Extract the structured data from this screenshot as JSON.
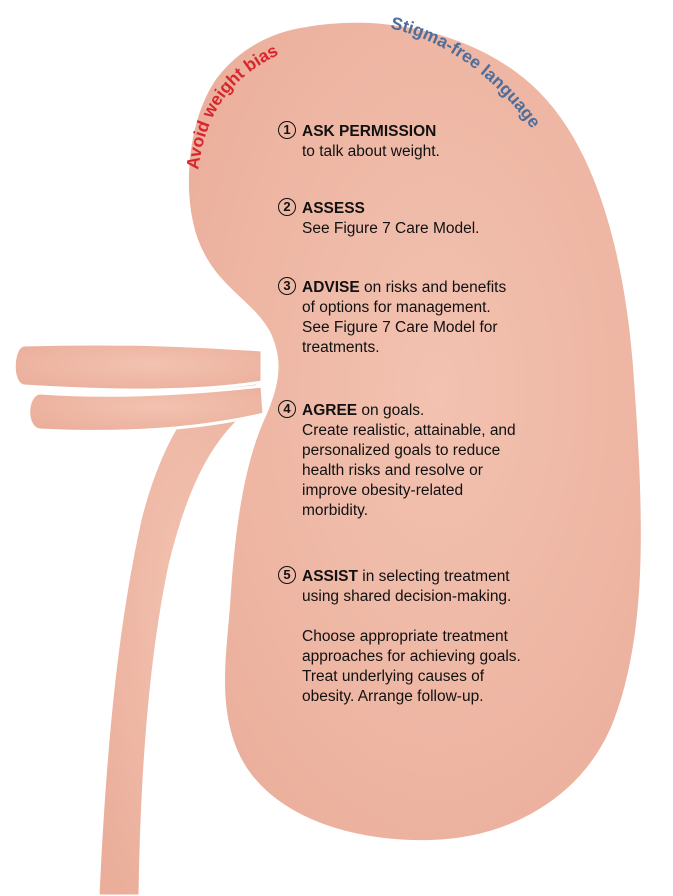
{
  "arc_labels": {
    "left": "Avoid weight bias",
    "right": "Stigma-free language"
  },
  "colors": {
    "kidney_fill": "#f0b9a6",
    "kidney_shade": "#e8a692",
    "outline": "#ffffff",
    "left_label": "#d9262e",
    "right_label": "#4f6d9a"
  },
  "steps": [
    {
      "number": "1",
      "title": "ASK PERMISSION",
      "title_suffix": "",
      "lines": [
        "to talk about weight."
      ]
    },
    {
      "number": "2",
      "title": "ASSESS",
      "title_suffix": "",
      "lines": [
        "See Figure 7 Care Model."
      ]
    },
    {
      "number": "3",
      "title": "ADVISE",
      "title_suffix": " on risks and benefits",
      "lines": [
        "of options for management.",
        "See Figure 7 Care Model for",
        "treatments."
      ]
    },
    {
      "number": "4",
      "title": "AGREE",
      "title_suffix": " on goals.",
      "lines": [
        "Create realistic, attainable, and",
        "personalized goals to reduce",
        "health risks and resolve or",
        "improve obesity-related",
        "morbidity."
      ]
    },
    {
      "number": "5",
      "title": "ASSIST",
      "title_suffix": " in selecting treatment",
      "lines": [
        "using shared decision-making.",
        "",
        "Choose appropriate treatment",
        "approaches for achieving goals.",
        "Treat underlying causes of",
        "obesity. Arrange follow-up."
      ]
    }
  ]
}
